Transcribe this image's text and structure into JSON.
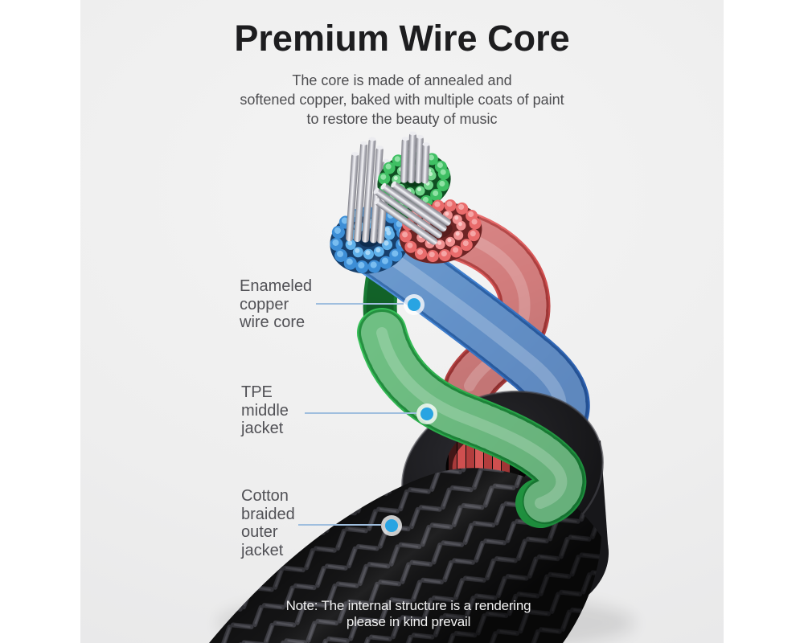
{
  "page": {
    "background_color": "#efefef",
    "margin_color": "#ffffff"
  },
  "header": {
    "title": "Premium Wire Core",
    "subtitle": "The core is made of annealed and\nsoftened copper, baked with multiple coats of paint\nto restore the beauty of music"
  },
  "callouts": [
    {
      "id": "enameled-copper-wire-core",
      "label": "Enameled\ncopper\nwire core"
    },
    {
      "id": "tpe-middle-jacket",
      "label": "TPE\nmiddle\njacket"
    },
    {
      "id": "cotton-braided-outer-jacket",
      "label": "Cotton\nbraided\nouter\njacket"
    }
  ],
  "note": "Note: The internal structure is a rendering\nplease in kind prevail",
  "illustration": {
    "description": "3D cutaway render of audio cable showing twisted enameled wire bundles",
    "wire_colors": {
      "blue": "#3c7ccc",
      "green": "#2aa94a",
      "red": "#d25050"
    },
    "copper_strand_color": "#d9d9de",
    "jacket_color": "#1a1a1c",
    "marker_color": "#29a4e2",
    "leader_line_color": "#9fbede",
    "title_color": "#1d1d1f",
    "text_color": "#515156"
  }
}
